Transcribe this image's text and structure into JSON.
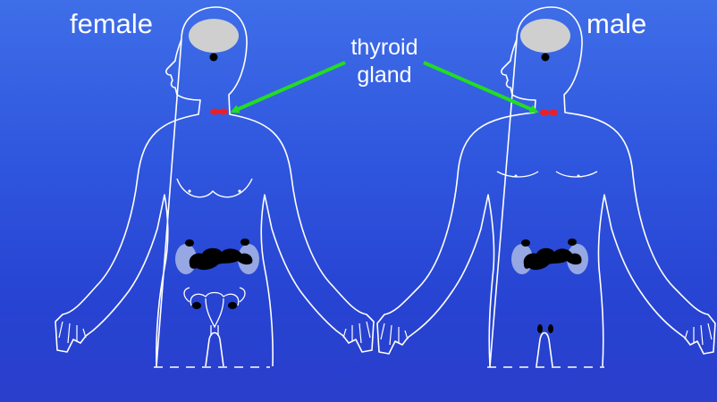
{
  "labels": {
    "female": "female",
    "male": "male",
    "callout_line1": "thyroid",
    "callout_line2": "gland"
  },
  "colors": {
    "background_top": "#3f6ee8",
    "background_bottom": "#2a3fcc",
    "outline": "#ffffff",
    "brain": "#cfcfcf",
    "pituitary": "#000000",
    "thyroid": "#e8202a",
    "arrow": "#22dd22",
    "kidney": "#a9b8e6",
    "organ": "#000000"
  }
}
